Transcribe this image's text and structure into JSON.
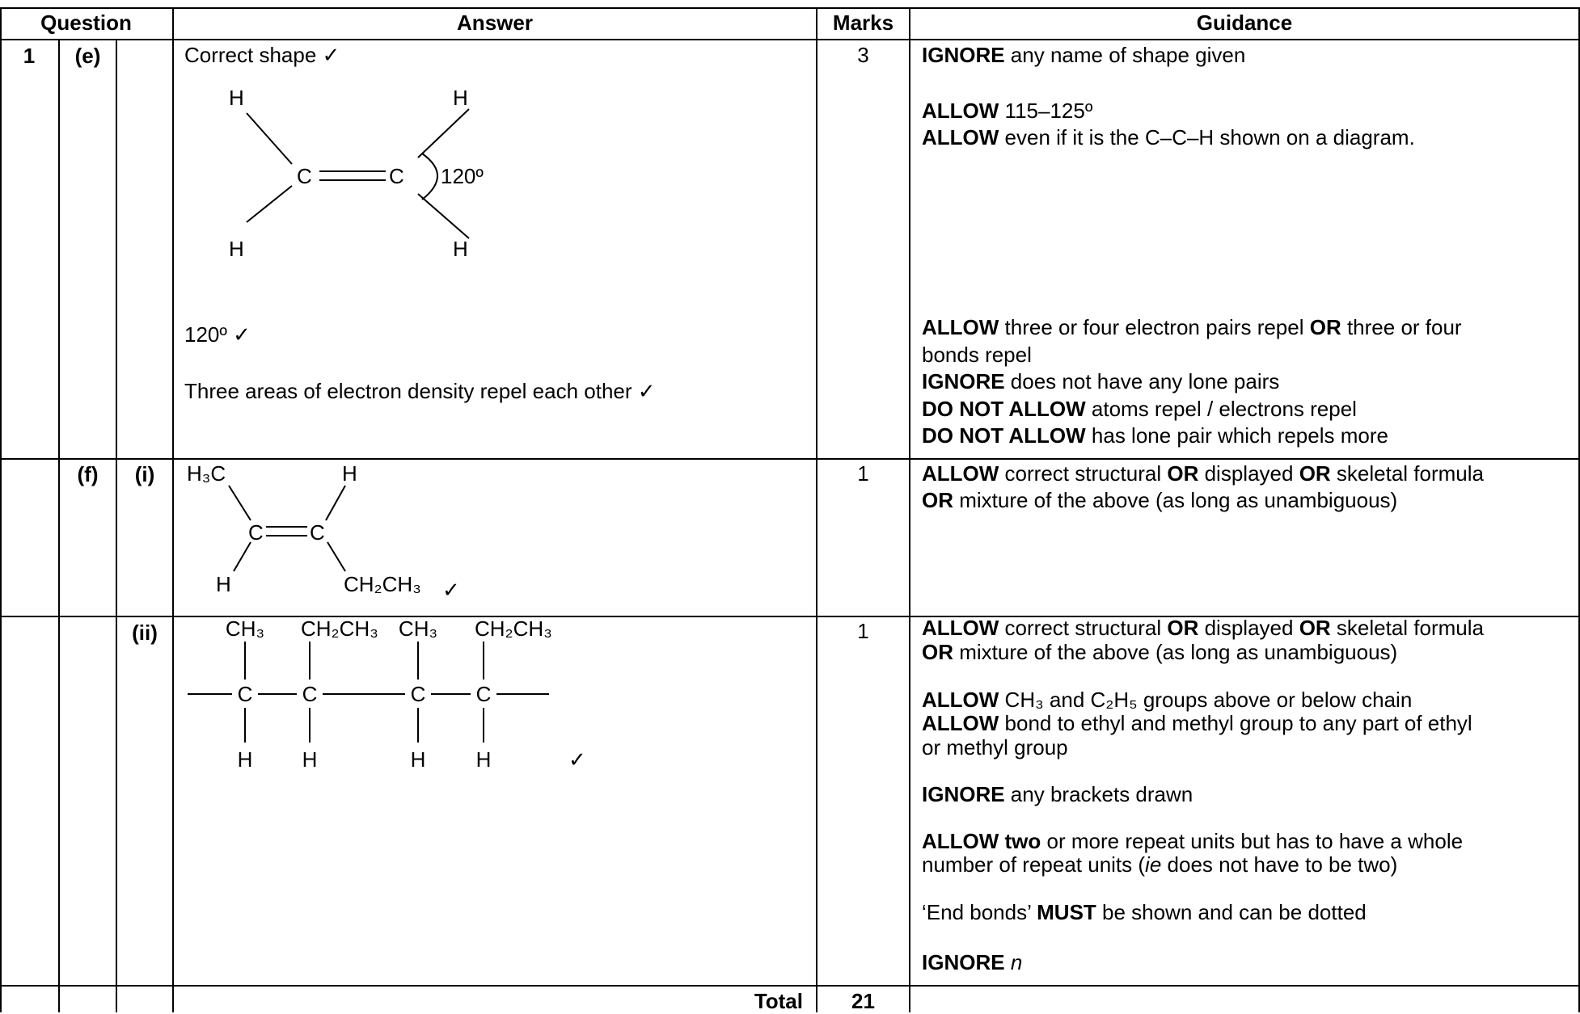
{
  "headers": {
    "question": "Question",
    "answer": "Answer",
    "marks": "Marks",
    "guidance": "Guidance"
  },
  "rows": {
    "e": {
      "q_num": "1",
      "q_part": "(e)",
      "answer_line1": "Correct shape ✓",
      "answer_line2": "120º ✓",
      "answer_line3": "Three areas of electron density repel each other ✓",
      "marks": "3",
      "diagram": {
        "atoms": [
          "H",
          "H",
          "C",
          "C",
          "H",
          "H"
        ],
        "angle": "120º"
      },
      "guidance": {
        "g1": {
          "kw": "IGNORE",
          "text": " any name of shape given"
        },
        "g2": {
          "kw": "ALLOW",
          "text": " 115–125º"
        },
        "g3": {
          "kw": "ALLOW",
          "text": " even if it is the C–C–H shown on a diagram."
        },
        "g4": {
          "kw": "ALLOW",
          "text": " three or four electron pairs repel ",
          "kw2": "OR",
          "text2": " three or four"
        },
        "g4b": "bonds repel",
        "g5": {
          "kw": "IGNORE",
          "text": " does not have any lone pairs"
        },
        "g6": {
          "kw": "DO NOT ALLOW",
          "text": " atoms repel / electrons repel"
        },
        "g7": {
          "kw": "DO NOT ALLOW",
          "text": " has lone pair which repels more"
        }
      }
    },
    "f_i": {
      "q_part": "(f)",
      "q_sub": "(i)",
      "marks": "1",
      "diagram": {
        "top_left": "H₃C",
        "top_right": "H",
        "c1": "C",
        "c2": "C",
        "bottom_left": "H",
        "bottom_right": "CH₂CH₃",
        "tick": "✓"
      },
      "guidance": {
        "g1": {
          "kw": "ALLOW",
          "text": " correct structural ",
          "kw2": "OR",
          "text2": " displayed ",
          "kw3": "OR",
          "text3": " skeletal formula"
        },
        "g2": {
          "kw": "OR",
          "text": " mixture of the above (as long as unambiguous)"
        }
      }
    },
    "f_ii": {
      "q_sub": "(ii)",
      "marks": "1",
      "diagram": {
        "top_groups": [
          "CH₃",
          "CH₂CH₃",
          "CH₃",
          "CH₂CH₃"
        ],
        "carbons": [
          "C",
          "C",
          "C",
          "C"
        ],
        "bottom": [
          "H",
          "H",
          "H",
          "H"
        ],
        "tick": "✓"
      },
      "guidance": {
        "g1": {
          "kw": "ALLOW",
          "text": " correct structural ",
          "kw2": "OR",
          "text2": " displayed ",
          "kw3": "OR",
          "text3": " skeletal formula"
        },
        "g2": {
          "kw": "OR",
          "text": " mixture of the above (as long as unambiguous)"
        },
        "g3": {
          "kw": "ALLOW",
          "text": " CH₃ and C₂H₅ groups above or below chain"
        },
        "g4": {
          "kw": "ALLOW",
          "text": " bond to ethyl and methyl group to any part of ethyl"
        },
        "g4b": "or methyl group",
        "g5": {
          "kw": "IGNORE",
          "text": " any brackets drawn"
        },
        "g6": {
          "kw": "ALLOW two",
          "text": " or more repeat units but has to have a whole"
        },
        "g6b": {
          "pre": "number of repeat units (",
          "ital": "ie",
          "post": " does not have to be two)"
        },
        "g7": {
          "pre": "‘End bonds’ ",
          "kw": "MUST",
          "text": " be shown and can be dotted"
        },
        "g8": {
          "kw": "IGNORE",
          "ital": "n"
        }
      }
    },
    "total": {
      "label": "Total",
      "value": "21"
    }
  }
}
